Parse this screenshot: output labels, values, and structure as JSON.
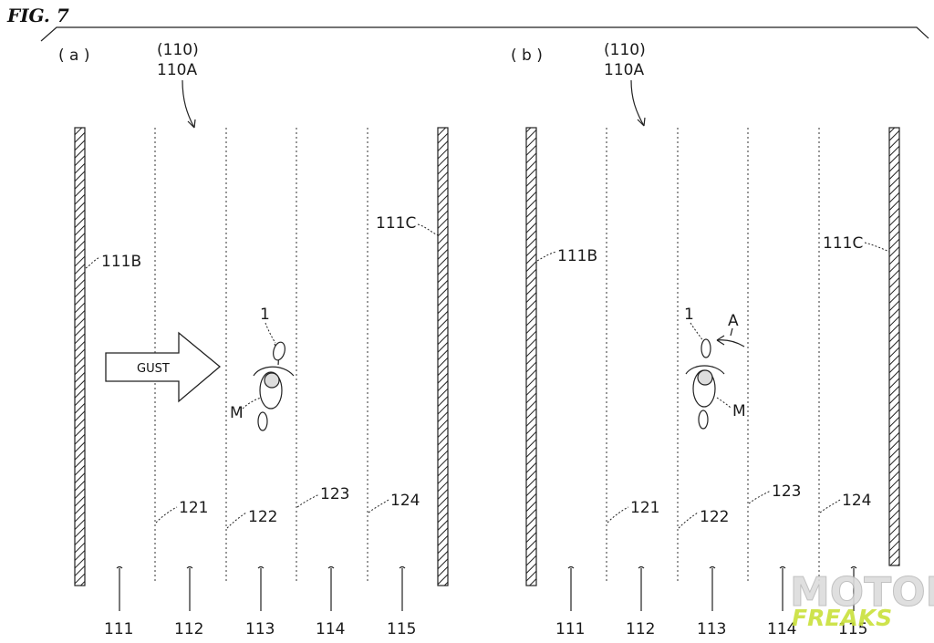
{
  "figure_title": "FIG. 7",
  "gust_label": "GUST",
  "panels": [
    {
      "tag": "( a )",
      "ref_paren": "(110)",
      "ref_main": "110A",
      "wall_left": "111B",
      "wall_right": "111C",
      "rider": "1",
      "person": "M",
      "lines": [
        "121",
        "122",
        "123",
        "124"
      ],
      "lanes": [
        "111",
        "112",
        "113",
        "114",
        "115"
      ]
    },
    {
      "tag": "( b )",
      "ref_paren": "(110)",
      "ref_main": "110A",
      "wall_left": "111B",
      "wall_right": "111C",
      "rider": "1",
      "person": "M",
      "arrow_label": "A",
      "lines": [
        "121",
        "122",
        "123",
        "124"
      ],
      "lanes": [
        "111",
        "112",
        "113",
        "114",
        "115"
      ]
    }
  ],
  "watermark": {
    "line1": "MOTOR",
    "line2": "FREAKS"
  }
}
